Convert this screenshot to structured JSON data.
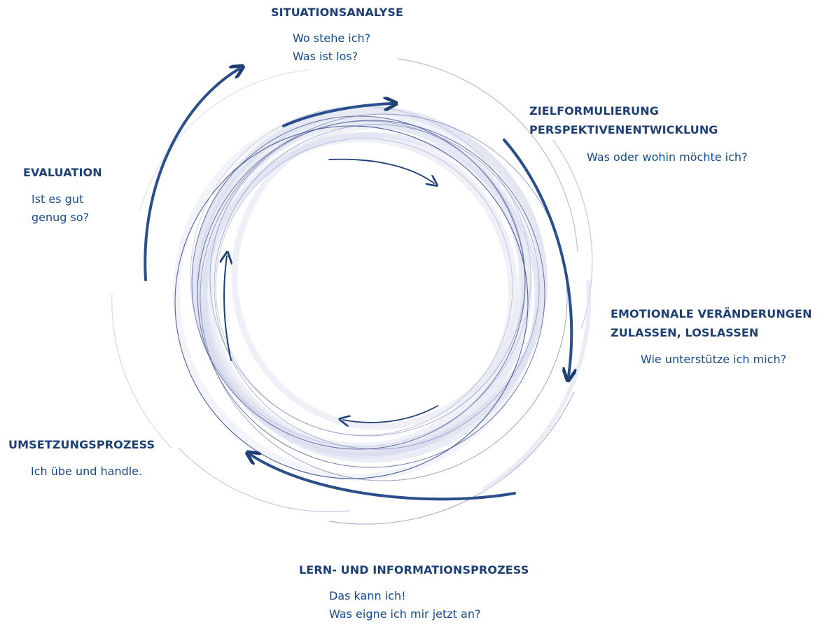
{
  "diagram": {
    "stages": [
      {
        "id": "situationsanalyse",
        "title_lines": [
          "SITUATIONSANALYSE"
        ],
        "text_lines": [
          "Wo stehe ich?",
          "Was ist los?"
        ]
      },
      {
        "id": "zielformulierung",
        "title_lines": [
          "ZIELFORMULIERUNG",
          "PERSPEKTIVENENTWICKLUNG"
        ],
        "text_lines": [
          "Was oder wohin möchte ich?"
        ]
      },
      {
        "id": "emotionale-veraenderungen",
        "title_lines": [
          "EMOTIONALE VERÄNDERUNGEN",
          "ZULASSEN, LOSLASSEN"
        ],
        "text_lines": [
          "Wie unterstütze ich mich?"
        ]
      },
      {
        "id": "lern-und-informationsprozess",
        "title_lines": [
          "LERN- UND INFORMATIONSPROZESS"
        ],
        "text_lines": [
          "Das kann ich!",
          "Was eigne ich mir jetzt an?"
        ]
      },
      {
        "id": "umsetzungsprozess",
        "title_lines": [
          "UMSETZUNGSPROZESS"
        ],
        "text_lines": [
          "Ich übe und handle."
        ]
      },
      {
        "id": "evaluation",
        "title_lines": [
          "EVALUATION"
        ],
        "text_lines": [
          "Ist es gut",
          "genug so?"
        ]
      }
    ],
    "colors": {
      "dark_blue": "#1d3f73",
      "text_blue": "#144a8c",
      "light_lavender": "#c4c8e2",
      "pale_lavender": "#dde0ef"
    }
  }
}
